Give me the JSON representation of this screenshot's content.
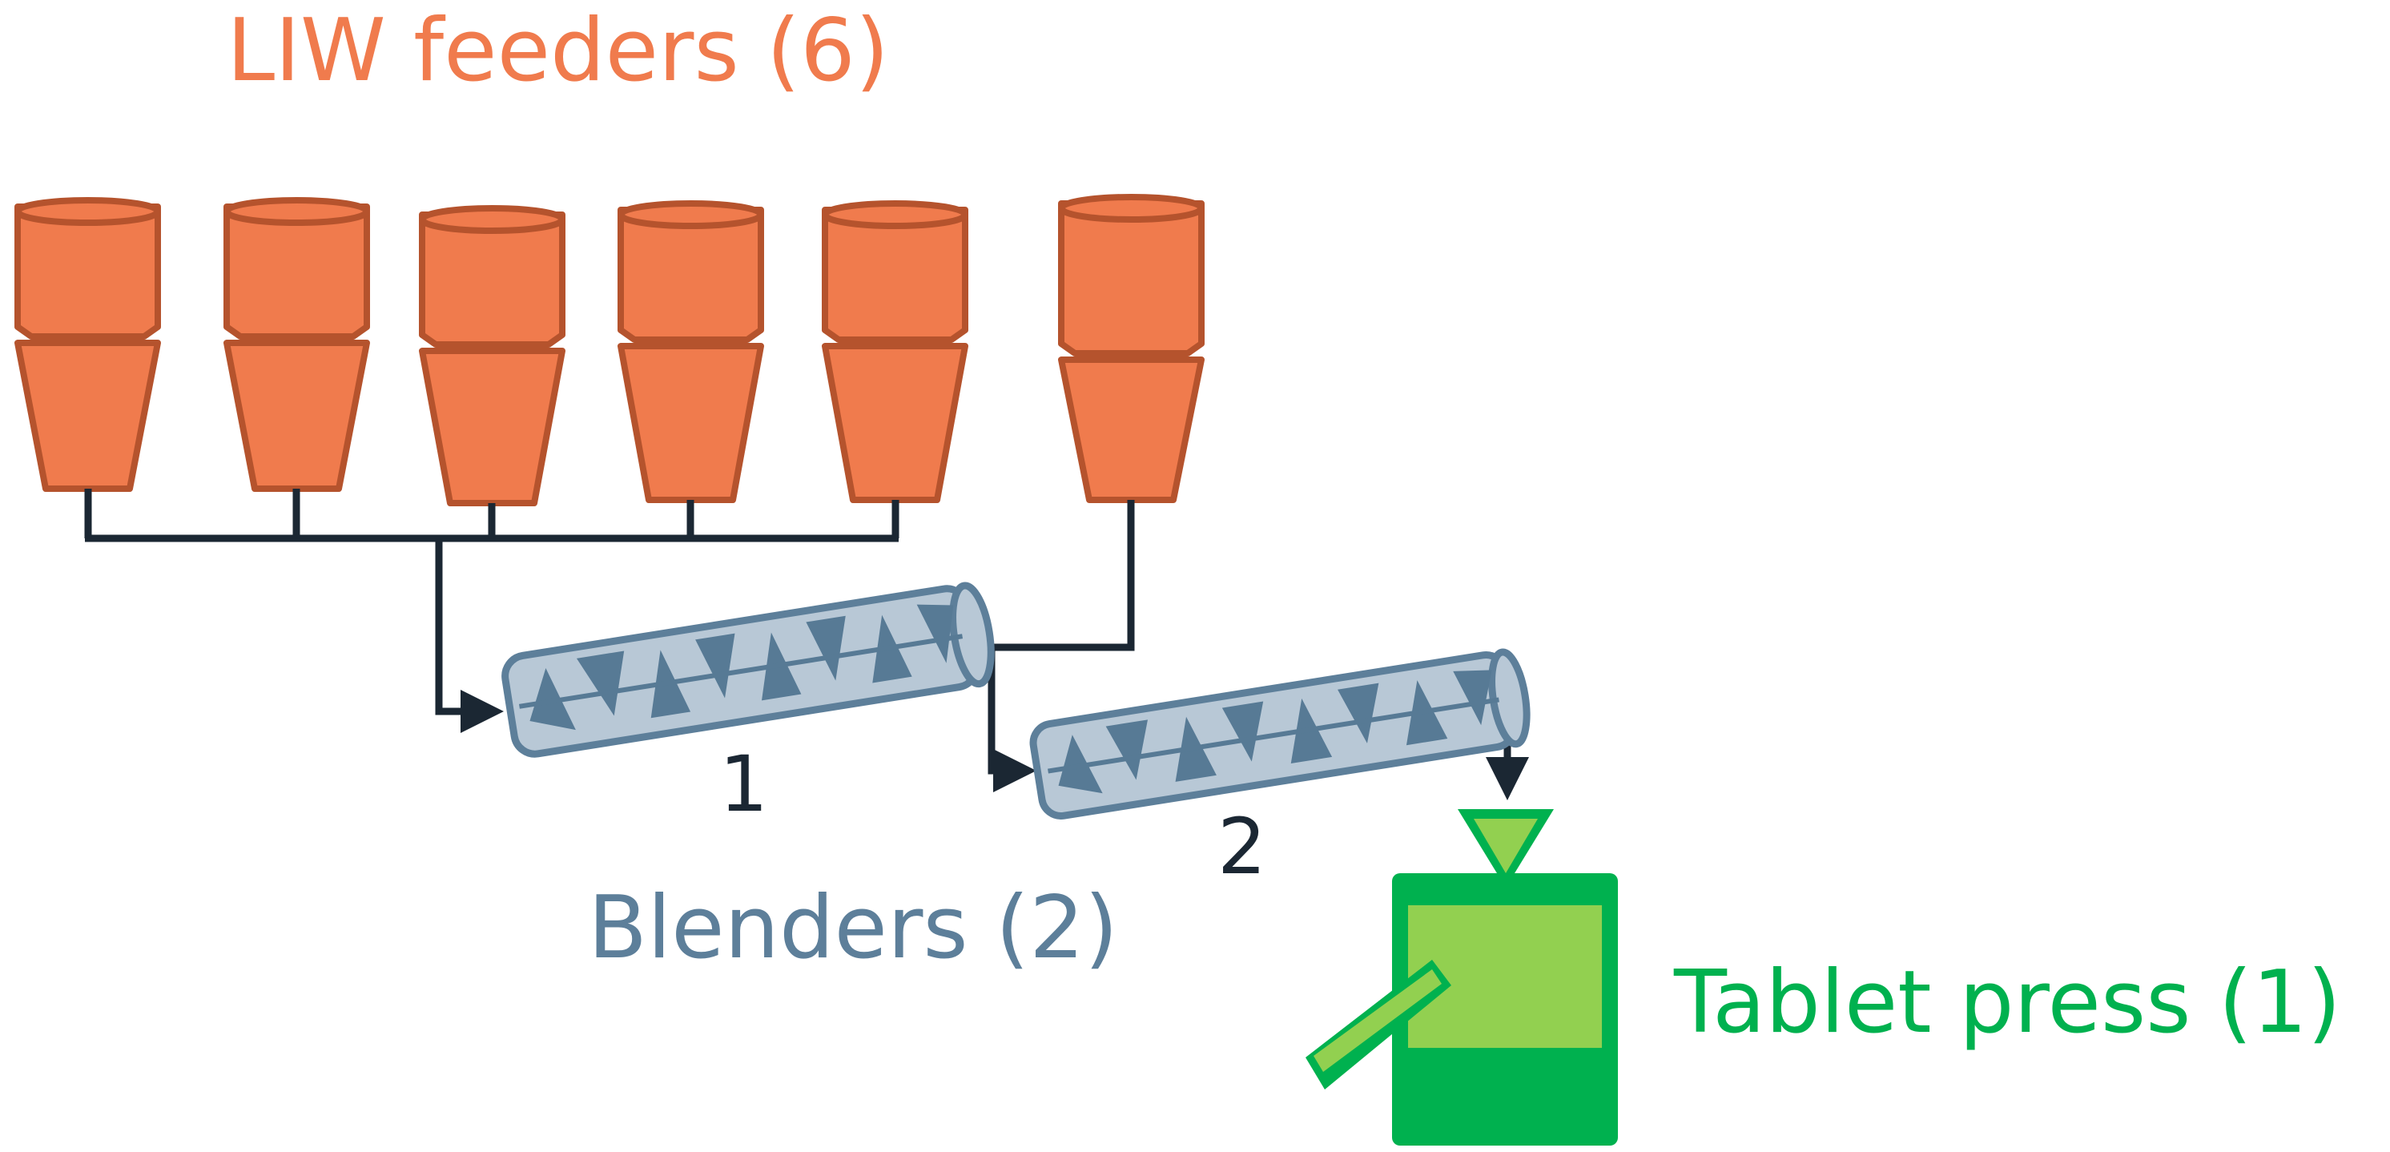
{
  "labels": {
    "feeders": "LIW feeders (6)",
    "blenders": "Blenders (2)",
    "tablet_press": "Tablet press (1)",
    "blender_1_number": "1",
    "blender_2_number": "2"
  },
  "colors": {
    "feeder_fill": "#f07b4d",
    "feeder_stroke": "#b5532d",
    "feeder_text": "#f07b4d",
    "blender_fill": "#b8c8d6",
    "blender_stroke": "#5d7f9a",
    "blender_text": "#5d7f9a",
    "press_dark": "#00b14f",
    "press_light": "#92d050",
    "press_text": "#00b14f",
    "pipe": "#1b2733"
  }
}
